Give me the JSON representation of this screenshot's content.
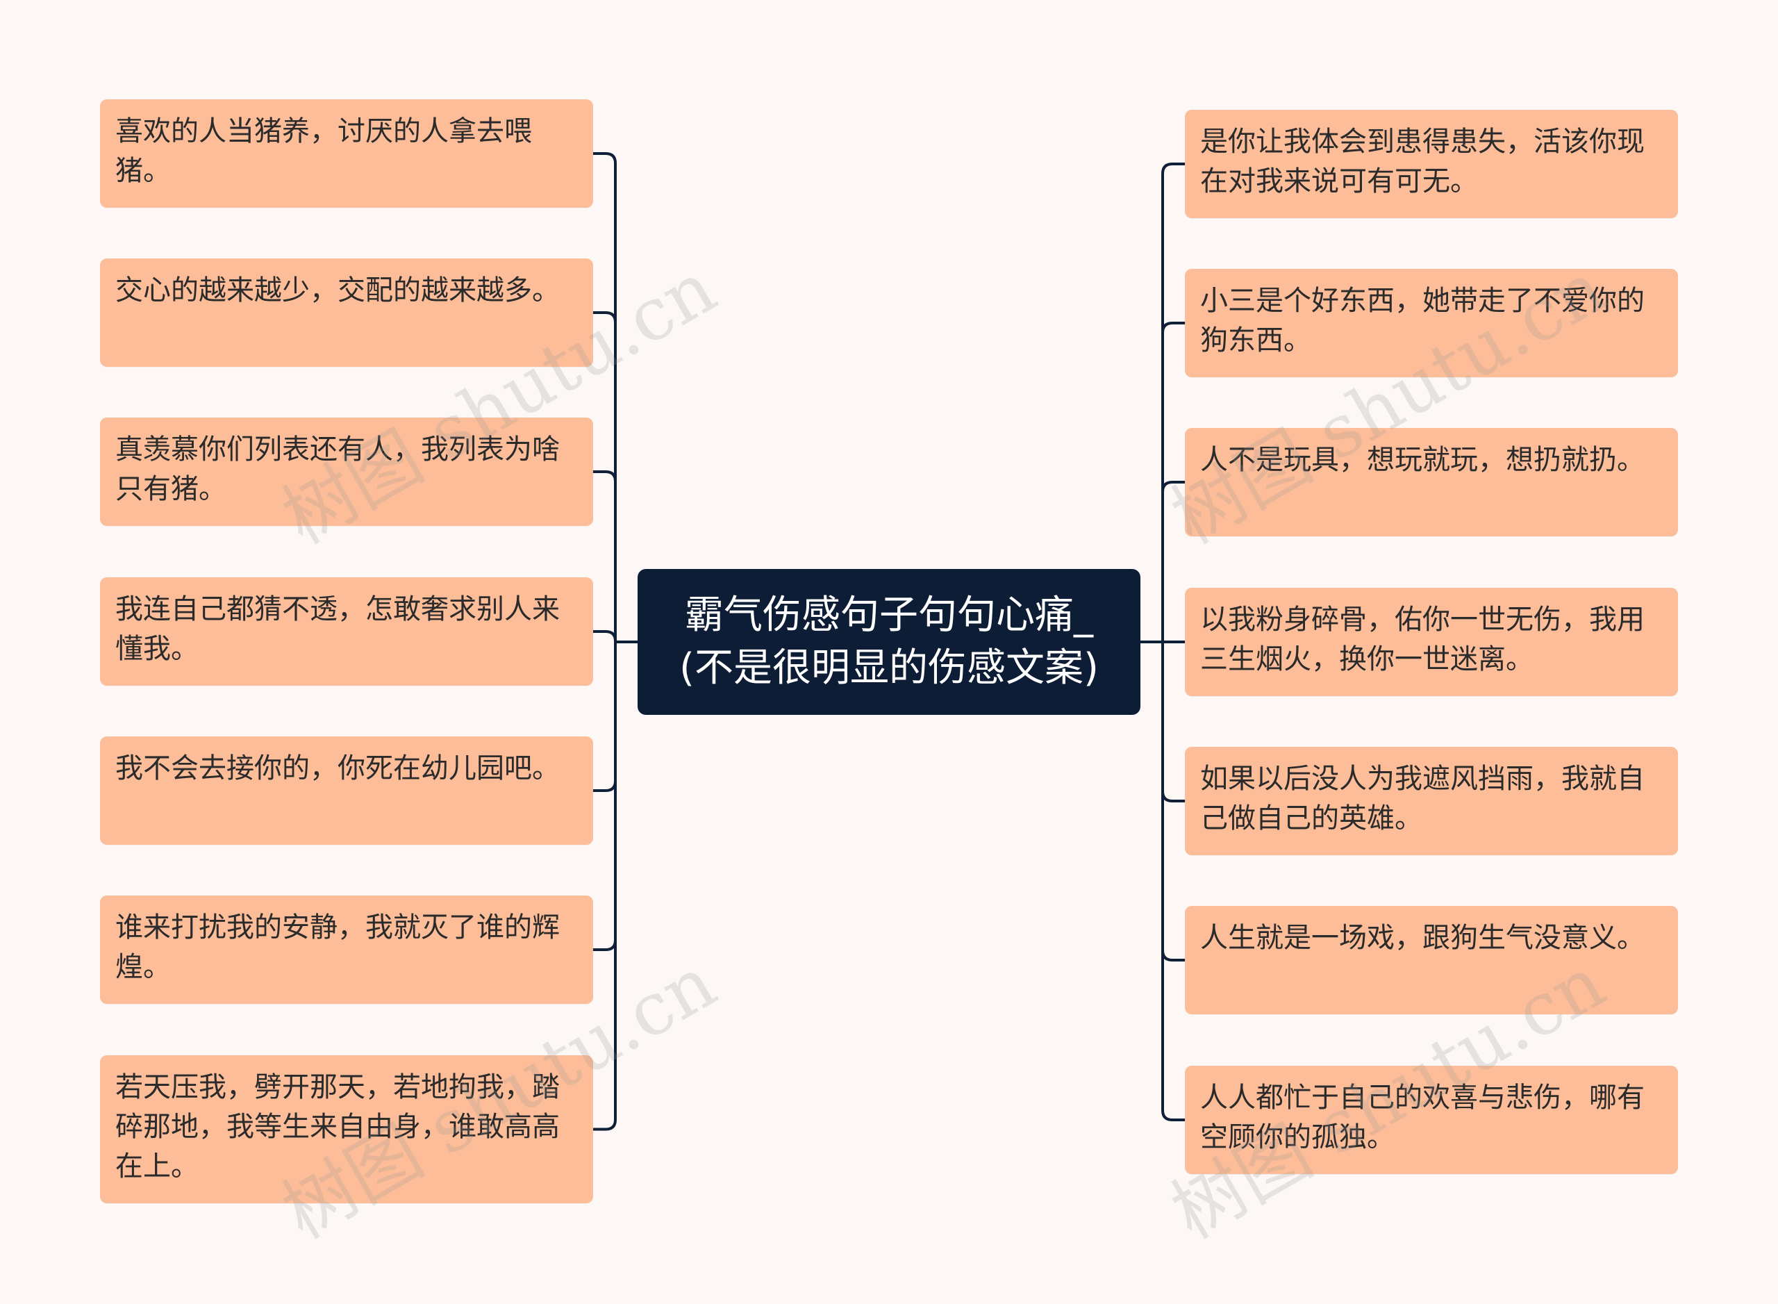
{
  "center": {
    "text": "霸气伤感句子句句心痛_(不是很明显的伤感文案)"
  },
  "left_nodes": [
    "喜欢的人当猪养，讨厌的人拿去喂猪。",
    "交心的越来越少，交配的越来越多。",
    "真羡慕你们列表还有人，我列表为啥只有猪。",
    "我连自己都猜不透，怎敢奢求别人来懂我。",
    "我不会去接你的，你死在幼儿园吧。",
    "谁来打扰我的安静，我就灭了谁的辉煌。",
    "若天压我，劈开那天，若地拘我，踏碎那地，我等生来自由身，谁敢高高在上。"
  ],
  "right_nodes": [
    "是你让我体会到患得患失，活该你现在对我来说可有可无。",
    "小三是个好东西，她带走了不爱你的狗东西。",
    "人不是玩具，想玩就玩，想扔就扔。",
    "以我粉身碎骨，佑你一世无伤，我用三生烟火，换你一世迷离。",
    "如果以后没人为我遮风挡雨，我就自己做自己的英雄。",
    "人生就是一场戏，跟狗生气没意义。",
    "人人都忙于自己的欢喜与悲伤，哪有空顾你的孤独。"
  ],
  "watermark": "树图 shutu.cn",
  "colors": {
    "background": "#fdf8f6",
    "node_fill": "#fdbd98",
    "center_fill": "#0d1d36",
    "connector": "#0f1f38"
  }
}
